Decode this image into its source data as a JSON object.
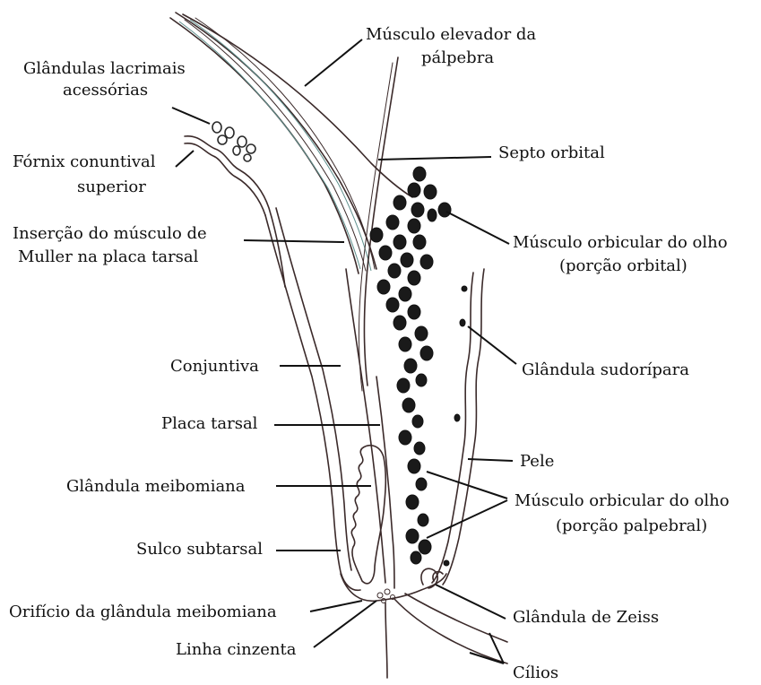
{
  "labels": {
    "levator": [
      "Músculo elevador da",
      "pálpebra"
    ],
    "accessory_glands": [
      "Glândulas lacrimais",
      "acessórias"
    ],
    "septum": "Septo orbital",
    "fornix": [
      "Fórnix conuntival",
      "superior"
    ],
    "muller": [
      "Inserção do músculo de",
      "Muller na placa tarsal"
    ],
    "orbicularis_orbital": [
      "Músculo orbicular do olho",
      "(porção orbital)"
    ],
    "sweat_gland": "Glândula sudorípara",
    "conjunctiva": "Conjuntiva",
    "tarsal_plate": "Placa tarsal",
    "skin": "Pele",
    "meibomian_gland": "Glândula meibomiana",
    "orbicularis_palpebral": [
      "Músculo orbicular do olho",
      "(porção palpebral)"
    ],
    "subtarsal_sulcus": "Sulco subtarsal",
    "meibomian_orifice": "Orifício da glândula meibomiana",
    "zeiss_gland": "Glândula de Zeiss",
    "grey_line": "Linha cinzenta",
    "cilia": "Cílios"
  }
}
